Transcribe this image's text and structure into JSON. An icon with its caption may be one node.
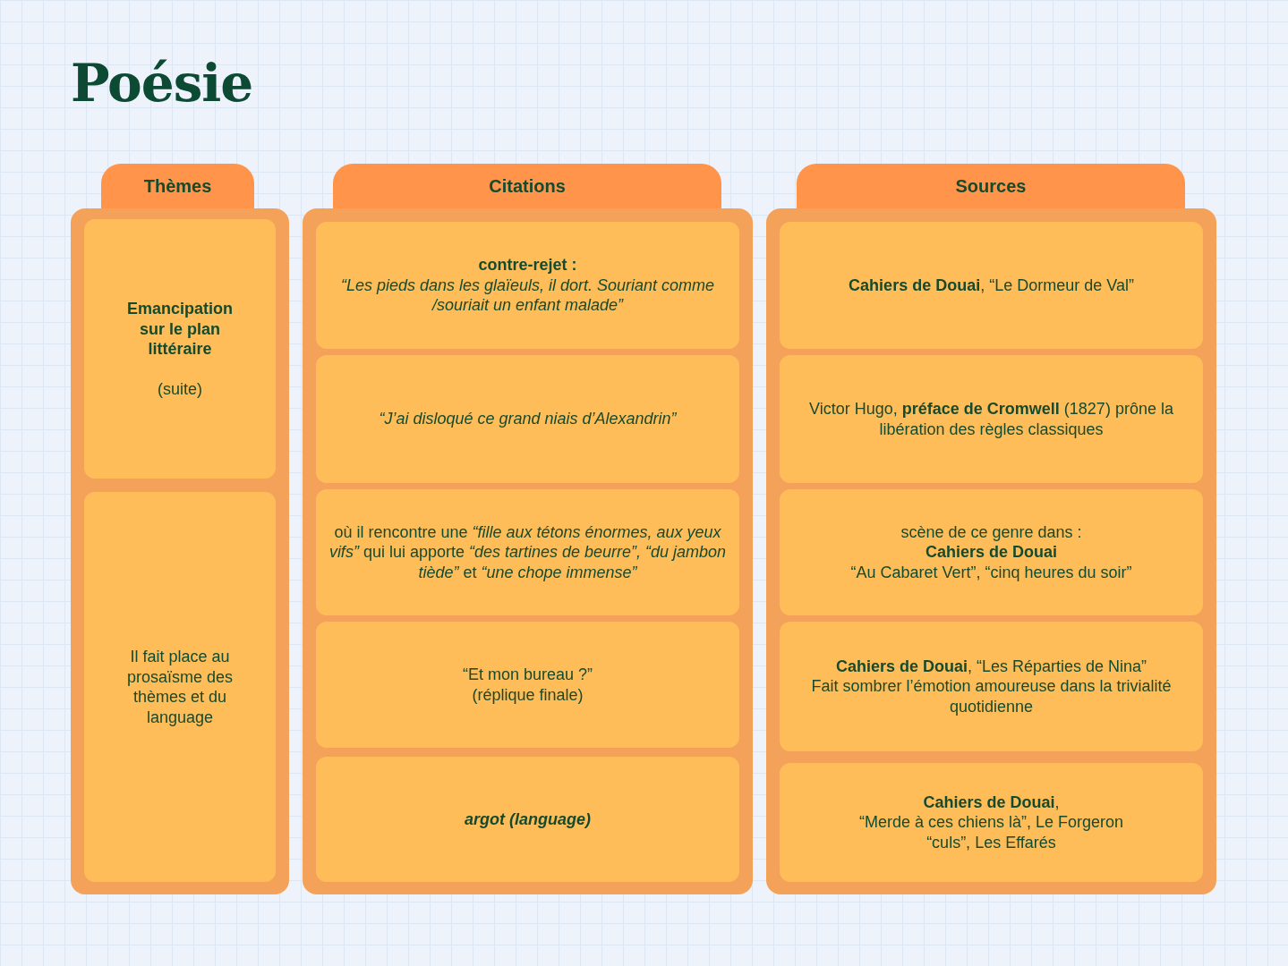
{
  "diagram": {
    "title": "Poésie",
    "nodes": [
      {
        "text": [
          "Thèmes"
        ]
      },
      {
        "text": [
          "Emancipation sur le plan littéraire",
          "(suite)"
        ],
        "in": 0
      },
      {
        "text": [
          "Il fait place au prosaïsme des thèmes et du language"
        ],
        "in": 0
      },
      {
        "text": [
          "Citations"
        ]
      },
      {
        "text": [
          "contre-rejet :",
          "“Les pieds dans les glaïeuls, il dort. Souriant comme /souriait un enfant malade”"
        ],
        "in": 3
      },
      {
        "text": [
          "“J’ai disloqué ce grand niais d’Alexandrin”"
        ],
        "in": 3
      },
      {
        "text": [
          "où il rencontre une *“fille aux tétons énormes, aux yeux vifs”* qui lui apporte *“des tartines de beurre”, “du jambon tiède”* et *“une chope immense”*"
        ],
        "in": 3
      },
      {
        "text": [
          "“Et mon bureau ?”",
          "(réplique finale)"
        ],
        "in": 3
      },
      {
        "text": [
          "argot (language)"
        ],
        "in": 3
      },
      {
        "text": [
          "Sources"
        ]
      },
      {
        "text": [
          "**Cahiers de Douai**, “Le Dormeur de Val”"
        ],
        "in": 9
      },
      {
        "text": [
          "Victor Hugo, **préface de Cromwell** (1827) prône la libération des règles classiques"
        ],
        "in": 9
      },
      {
        "text": [
          "scène de ce genre dans :",
          "**Cahiers de Douai**",
          "“Au Cabaret Vert”, “cinq heures du soir”"
        ],
        "in": 9
      },
      {
        "text": [
          "**Cahiers de Douai**, “Les Réparties de Nina”",
          "Fait sombrer l’émotion amoureuse dans la trivialité quotidienne"
        ],
        "in": 9
      },
      {
        "text": [
          "**Cahiers de Douai**,",
          "“Merde à ces chiens là”, Le Forgeron",
          "“culs”, Les Effarés"
        ],
        "in": 9
      }
    ],
    "edges": []
  }
}
